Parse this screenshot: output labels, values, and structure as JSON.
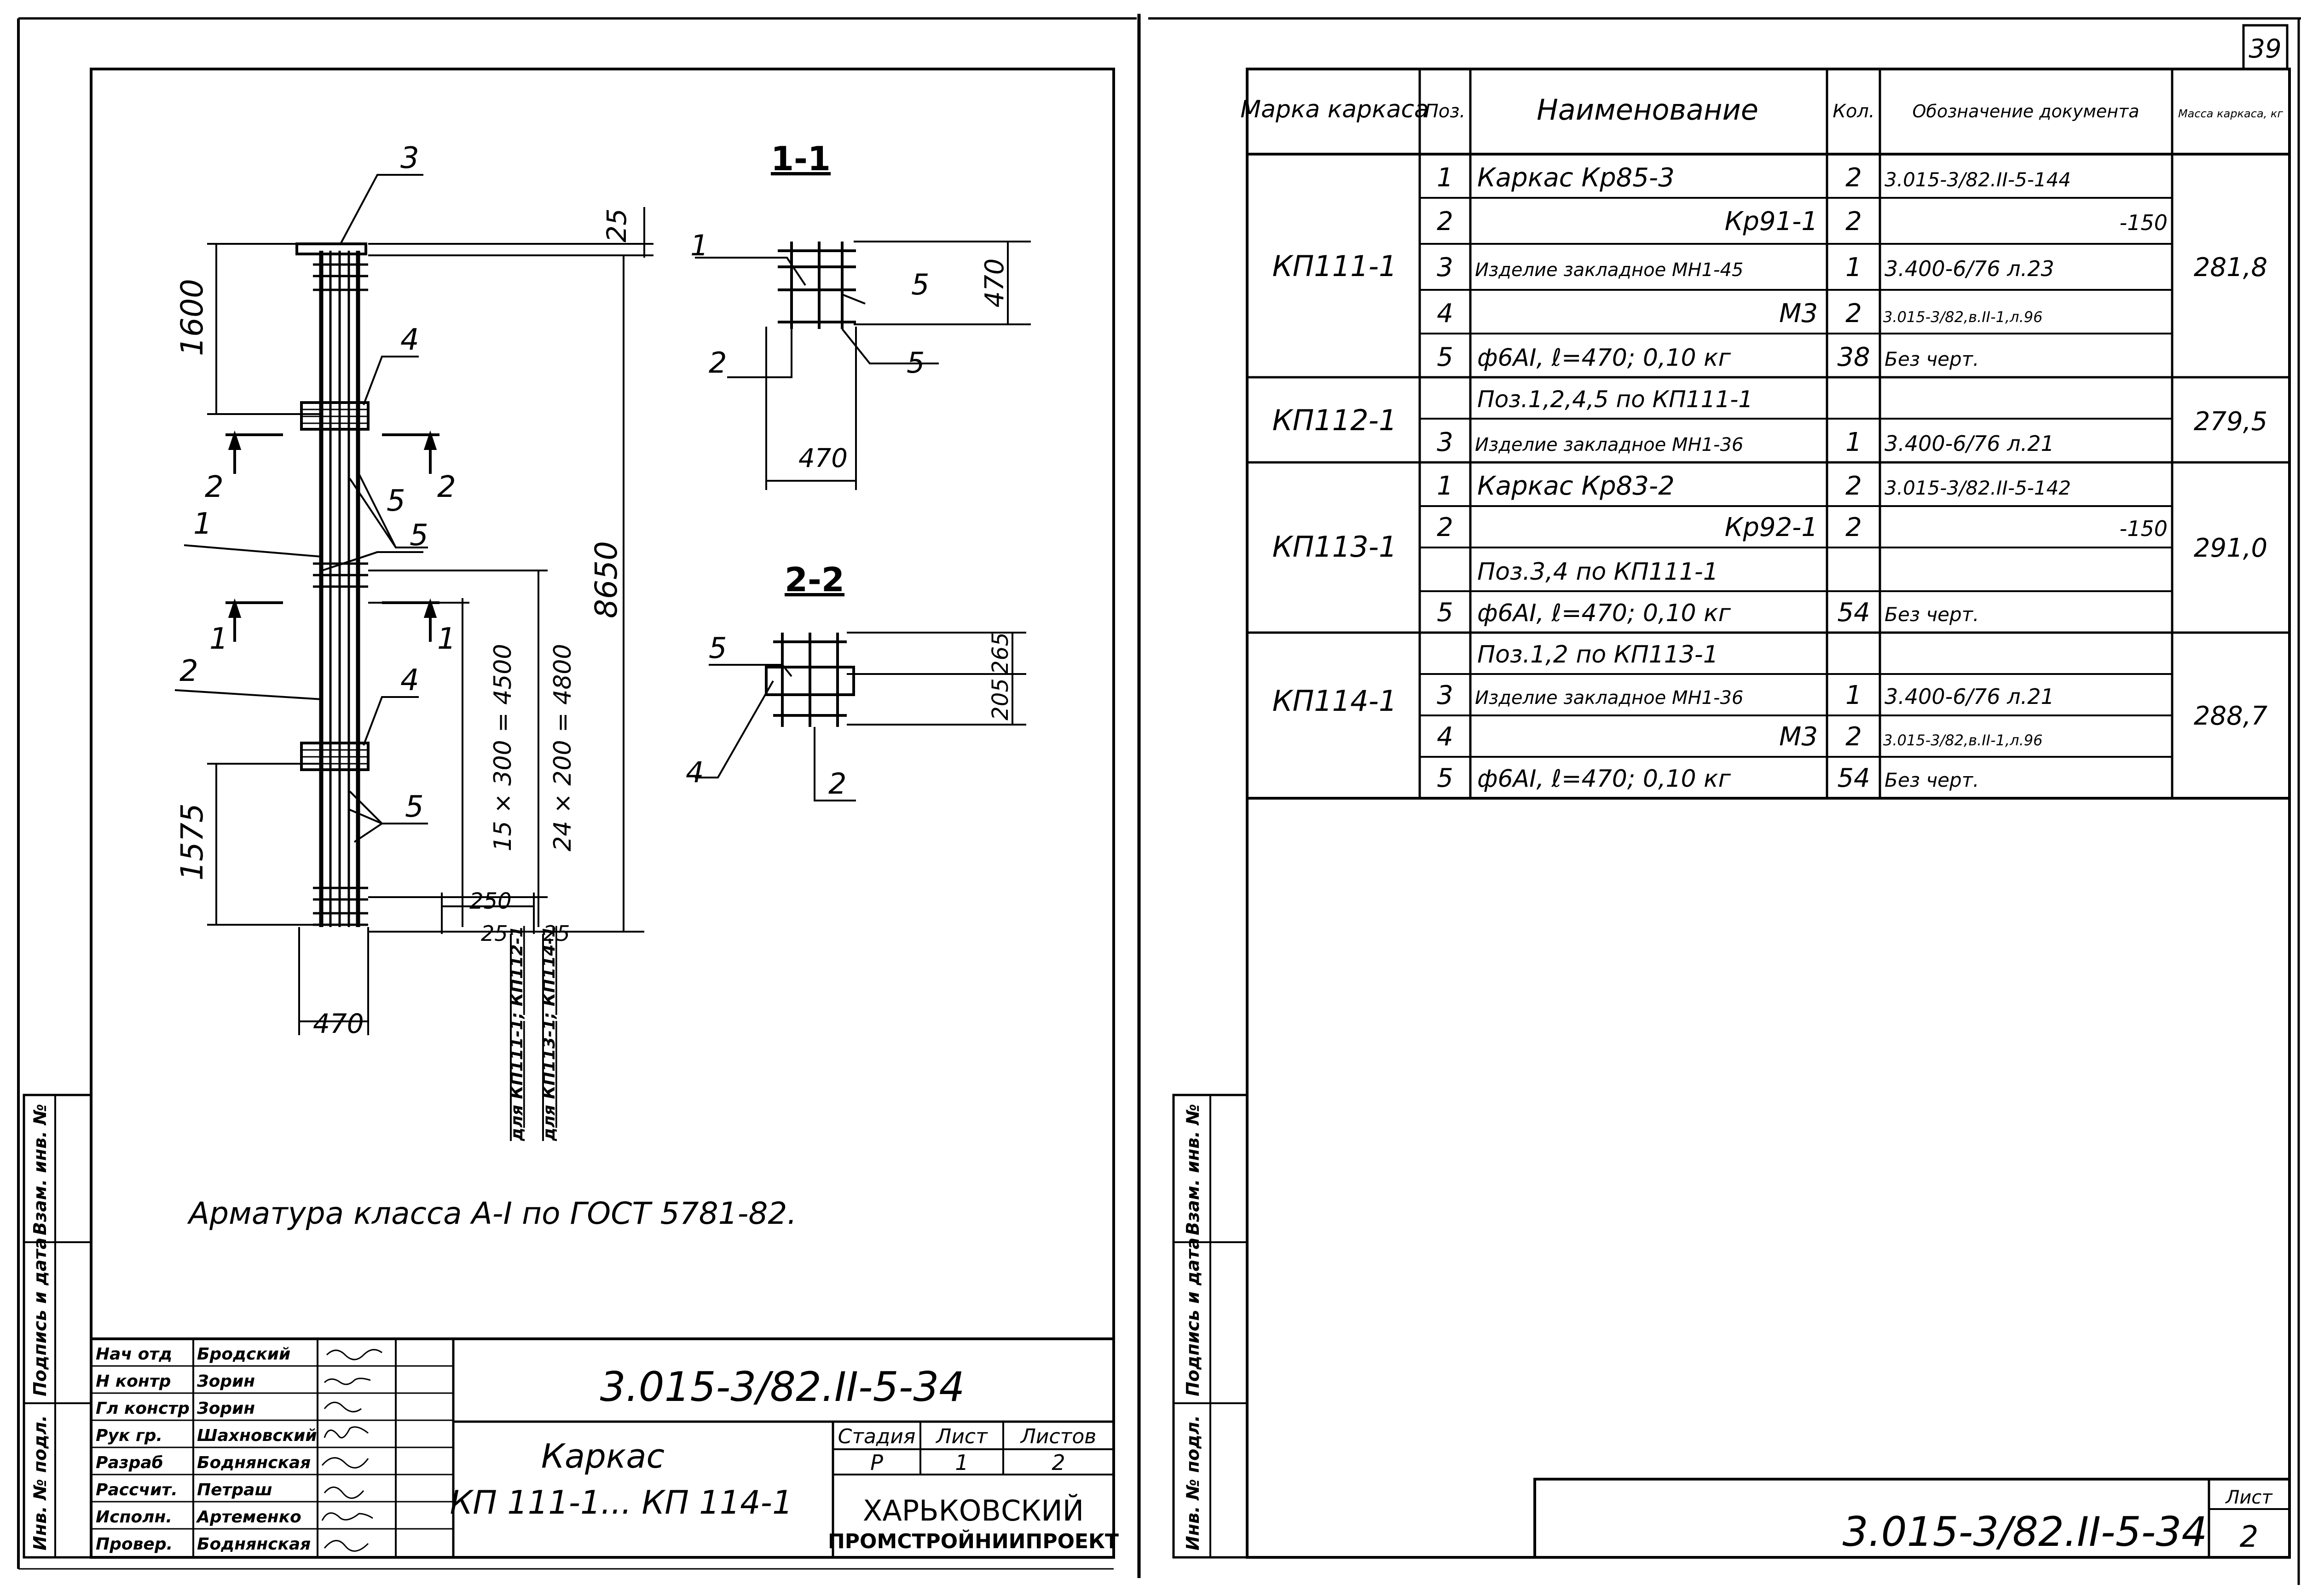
{
  "left_sheet": {
    "section_1_1": "1-1",
    "section_2_2": "2-2",
    "dims": {
      "top": "25",
      "h1600": "1600",
      "h8650": "8650",
      "h4500": "15 × 300 = 4500",
      "h4800": "24 × 200 = 4800",
      "h1575": "1575",
      "w250": "250",
      "b25a": "25",
      "b25b": "25",
      "w470": "470",
      "s11_470v": "470",
      "s11_470h": "470",
      "s22_265": "265",
      "s22_205": "205"
    },
    "callouts": {
      "c3": "3",
      "c4a": "4",
      "c4b": "4",
      "c5a": "5",
      "c5b": "5",
      "c5c": "5",
      "c1": "1",
      "c2": "2",
      "cut2l": "2",
      "cut2r": "2",
      "cut1l": "1",
      "cut1r": "1",
      "s11_1": "1",
      "s11_5a": "5",
      "s11_2": "2",
      "s11_5b": "5",
      "s22_5": "5",
      "s22_4": "4",
      "s22_2": "2"
    },
    "vertical_note_1": "для КП111-1; КП112-1",
    "vertical_note_2": "для КП113-1; КП114-1",
    "note": "Арматура класса А-I по ГОСТ 5781-82.",
    "side_stamp": [
      "Инв. № подл.",
      "Подпись и дата",
      "Взам. инв. №"
    ]
  },
  "title_block": {
    "roles": [
      "Нач отд",
      "Н контр",
      "Гл констр",
      "Рук гр.",
      "Разраб",
      "Рассчит.",
      "Исполн.",
      "Провер."
    ],
    "names": [
      "Бродский",
      "Зорин",
      "Зорин",
      "Шахновский",
      "Боднянская",
      "Петраш",
      "Артеменко",
      "Боднянская"
    ],
    "doc_code": "3.015-3/82.II-5-34",
    "title_line1": "Каркас",
    "title_line2": "КП 111-1... КП 114-1",
    "stage_label": "Стадия",
    "sheet_label": "Лист",
    "sheets_label": "Листов",
    "stage": "Р",
    "sheet": "1",
    "sheets": "2",
    "org_line1": "ХАРЬКОВСКИЙ",
    "org_line2": "ПРОМСТРОЙНИИПРОЕКТ"
  },
  "right_sheet": {
    "page_number": "39",
    "table": {
      "headers": [
        "Марка каркаса",
        "Поз.",
        "Наименование",
        "Кол.",
        "Обозначение документа",
        "Масса каркаса, кг"
      ],
      "rows": [
        [
          "КП111-1",
          "1",
          "Каркас Кр85-3",
          "2",
          "3.015-3/82.II-5-144",
          "281,8"
        ],
        [
          "",
          "2",
          "Кр91-1",
          "2",
          "-150",
          ""
        ],
        [
          "",
          "3",
          "Изделие закладное МН1-45",
          "1",
          "3.400-6/76 л.23",
          ""
        ],
        [
          "",
          "4",
          "М3",
          "2",
          "3.015-3/82,в.II-1,л.96",
          ""
        ],
        [
          "",
          "5",
          "ф6АI, ℓ=470; 0,10 кг",
          "38",
          "Без черт.",
          ""
        ],
        [
          "КП112-1",
          "",
          "Поз.1,2,4,5 по КП111-1",
          "",
          "",
          "279,5"
        ],
        [
          "",
          "3",
          "Изделие закладное МН1-36",
          "1",
          "3.400-6/76 л.21",
          ""
        ],
        [
          "КП113-1",
          "1",
          "Каркас Кр83-2",
          "2",
          "3.015-3/82.II-5-142",
          "291,0"
        ],
        [
          "",
          "2",
          "Кр92-1",
          "2",
          "-150",
          ""
        ],
        [
          "",
          "",
          "Поз.3,4 по КП111-1",
          "",
          "",
          ""
        ],
        [
          "",
          "5",
          "ф6АI, ℓ=470; 0,10 кг",
          "54",
          "Без черт.",
          ""
        ],
        [
          "КП114-1",
          "",
          "Поз.1,2 по КП113-1",
          "",
          "",
          "288,7"
        ],
        [
          "",
          "3",
          "Изделие закладное МН1-36",
          "1",
          "3.400-6/76 л.21",
          ""
        ],
        [
          "",
          "4",
          "М3",
          "2",
          "3.015-3/82,в.II-1,л.96",
          ""
        ],
        [
          "",
          "5",
          "ф6АI, ℓ=470; 0,10 кг",
          "54",
          "Без черт.",
          ""
        ]
      ]
    },
    "footer_code": "3.015-3/82.II-5-34",
    "footer_sheet_label": "Лист",
    "footer_sheet": "2",
    "side_stamp": [
      "Инв. № подл.",
      "Подпись и дата",
      "Взам. инв. №"
    ]
  }
}
